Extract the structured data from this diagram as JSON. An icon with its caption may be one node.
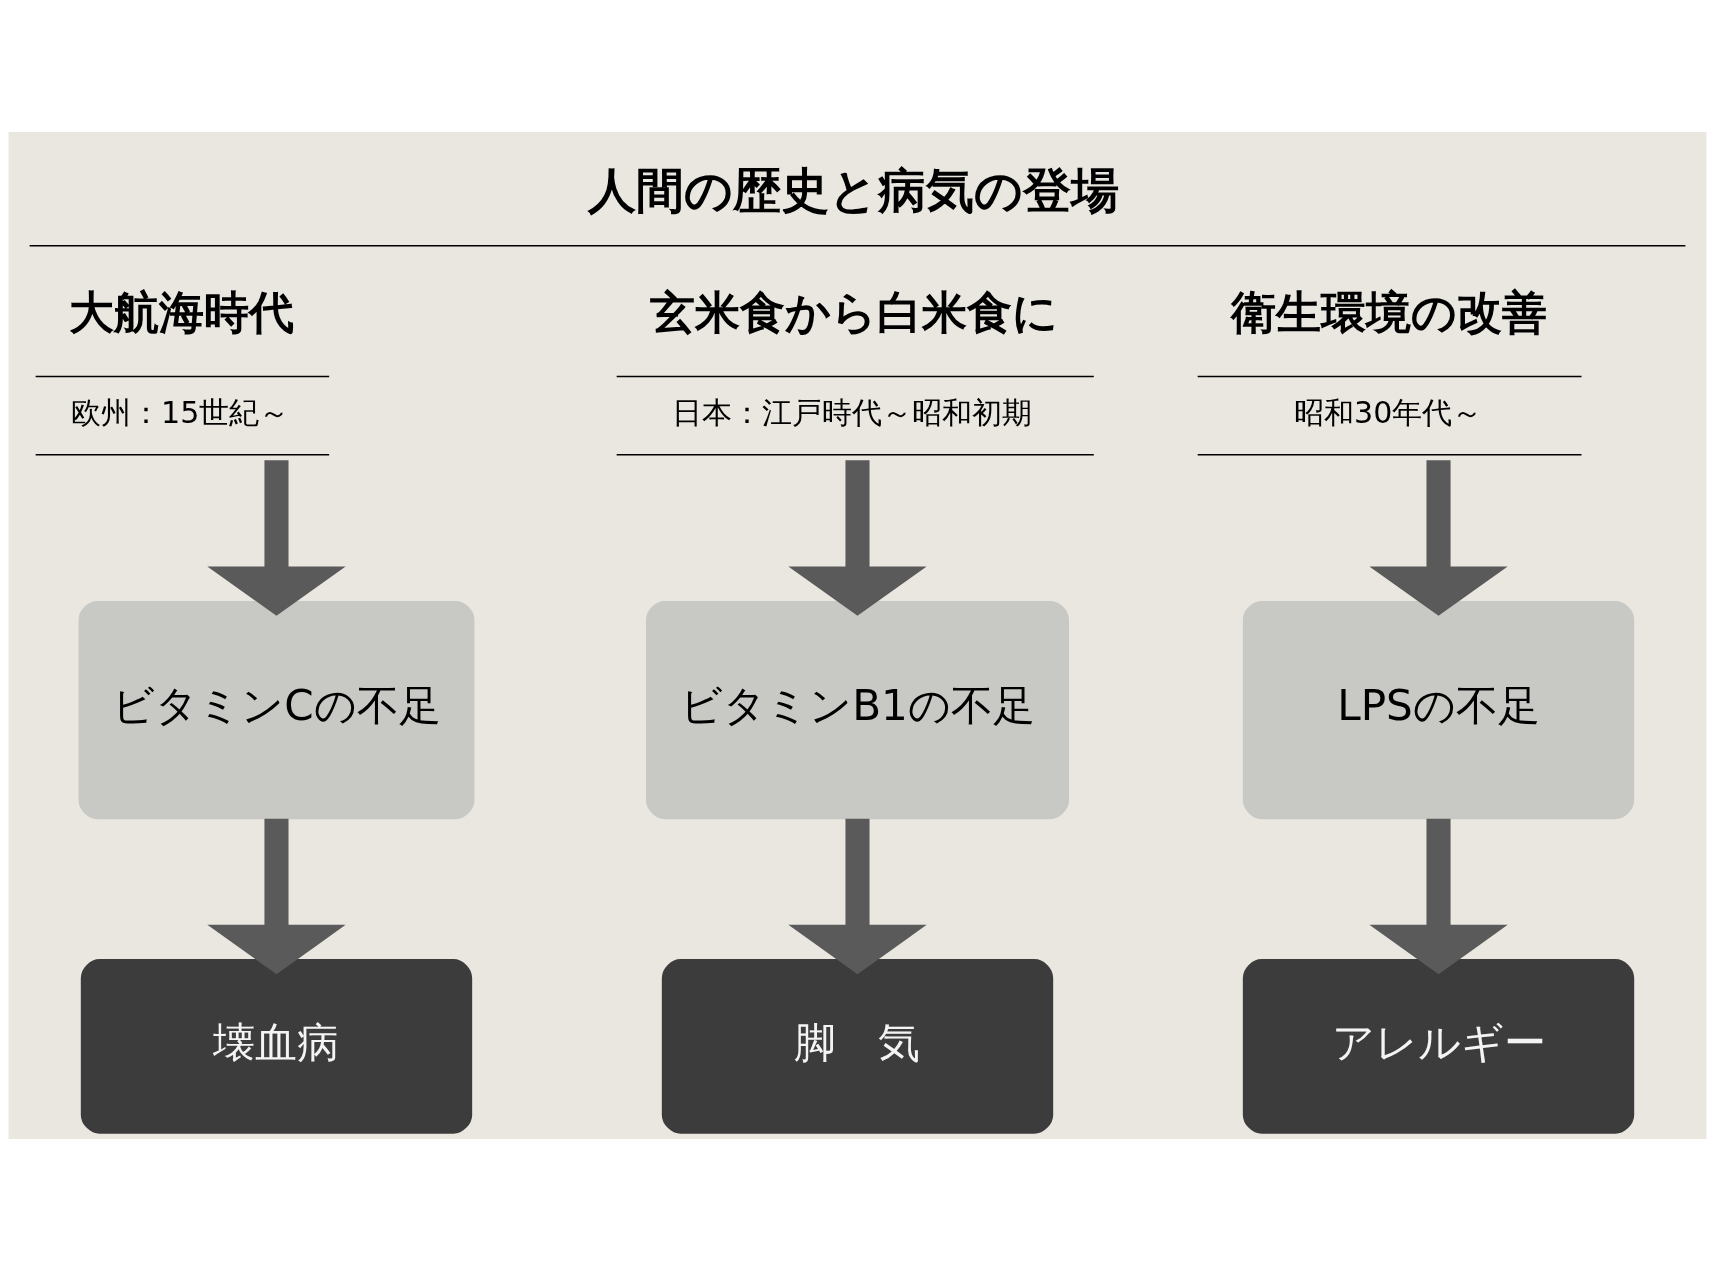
{
  "diagram": {
    "title": "人間の歴史と病気の登場",
    "nodes": [
      {
        "text": [
          "大航海時代",
          "欧州：15世紀～"
        ]
      },
      {
        "text": [
          "玄米食から白米食に",
          "日本：江戸時代～昭和初期"
        ]
      },
      {
        "text": [
          "衛生環境の改善",
          "昭和30年代～"
        ]
      },
      {
        "text": [
          "ビタミンCの不足"
        ]
      },
      {
        "text": [
          "ビタミンB1の不足"
        ]
      },
      {
        "text": [
          "LPSの不足"
        ]
      },
      {
        "text": [
          "壊血病"
        ]
      },
      {
        "text": [
          "脚　気"
        ]
      },
      {
        "text": [
          "アレルギー"
        ]
      }
    ],
    "edges": [
      {
        "from": 0,
        "to": 3,
        "arrow": "to"
      },
      {
        "from": 3,
        "to": 6,
        "arrow": "to"
      },
      {
        "from": 1,
        "to": 4,
        "arrow": "to"
      },
      {
        "from": 4,
        "to": 7,
        "arrow": "to"
      },
      {
        "from": 2,
        "to": 5,
        "arrow": "to"
      },
      {
        "from": 5,
        "to": 8,
        "arrow": "to"
      }
    ]
  }
}
